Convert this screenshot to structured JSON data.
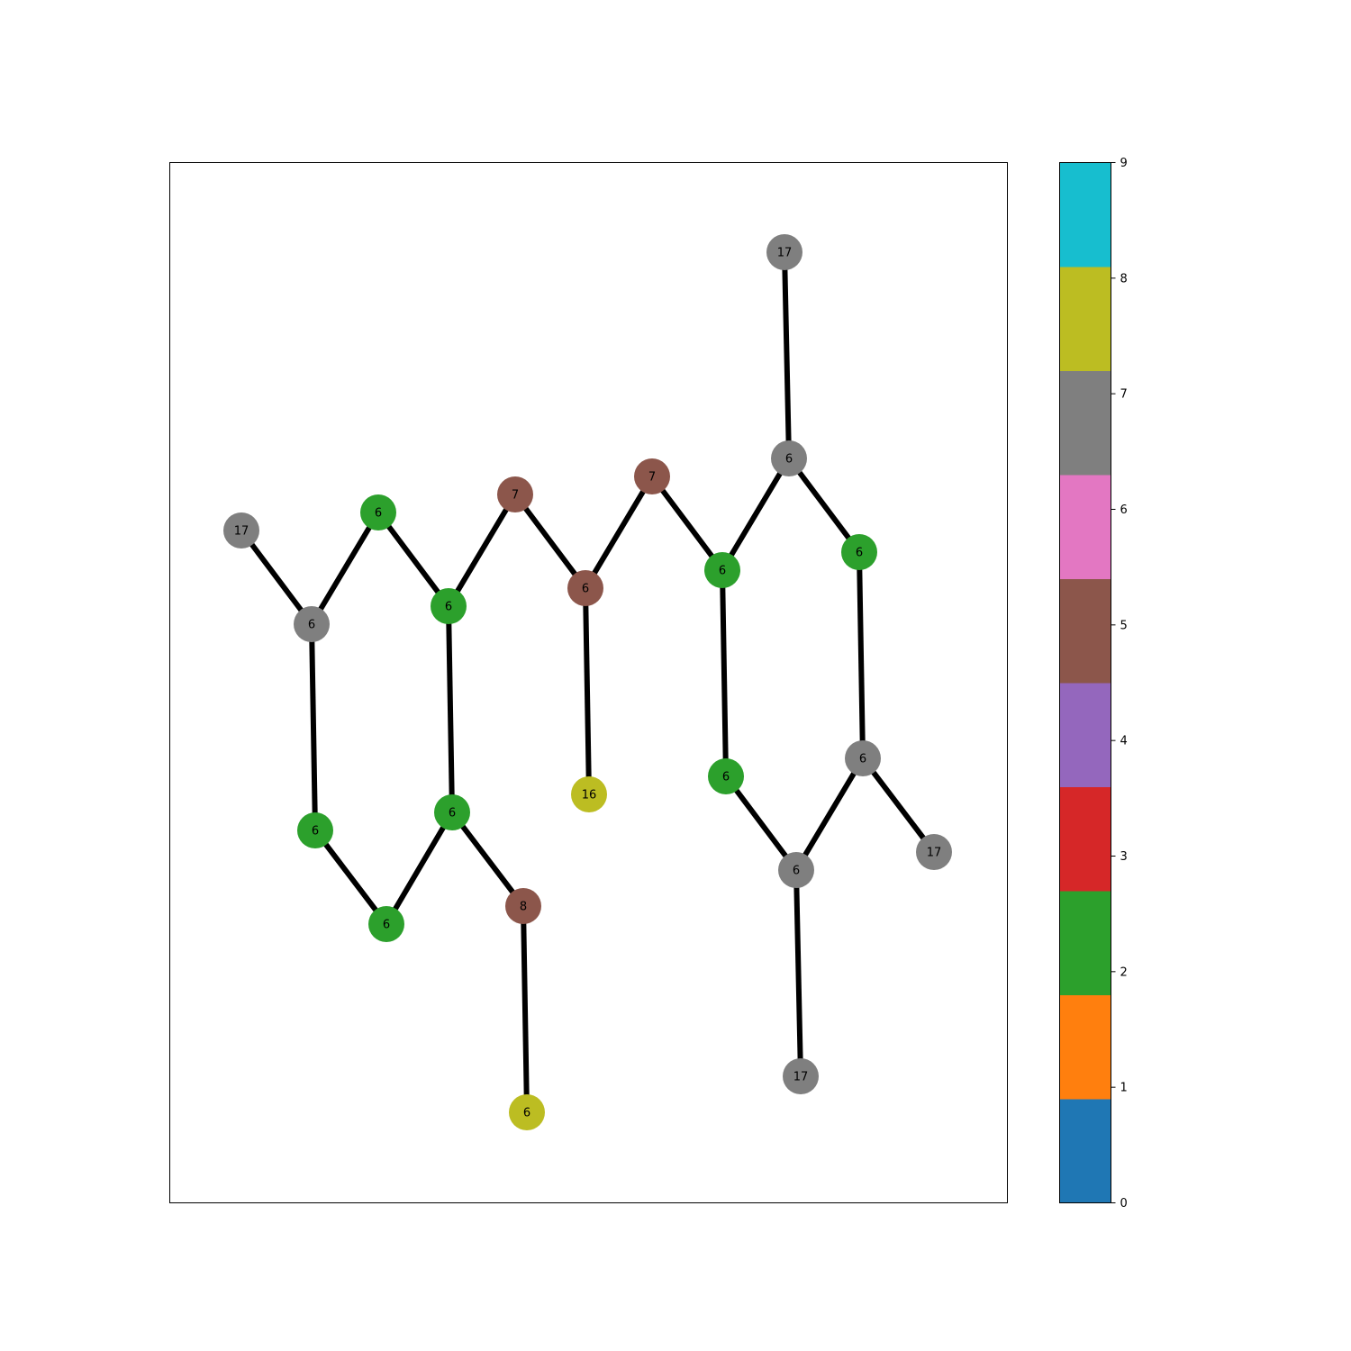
{
  "graph": {
    "nodes": [
      {
        "id": "n0",
        "label": "17",
        "color_value": 7.5
      },
      {
        "id": "n1",
        "label": "6",
        "color_value": 7.5
      },
      {
        "id": "n2",
        "label": "6",
        "color_value": 2.5
      },
      {
        "id": "n3",
        "label": "6",
        "color_value": 2.5
      },
      {
        "id": "n4",
        "label": "6",
        "color_value": 2.5
      },
      {
        "id": "n5",
        "label": "6",
        "color_value": 2.5
      },
      {
        "id": "n6",
        "label": "6",
        "color_value": 2.5
      },
      {
        "id": "n7",
        "label": "8",
        "color_value": 5.5
      },
      {
        "id": "n8",
        "label": "6",
        "color_value": 8.5
      },
      {
        "id": "n9",
        "label": "7",
        "color_value": 5.5
      },
      {
        "id": "n10",
        "label": "6",
        "color_value": 5.5
      },
      {
        "id": "n11",
        "label": "16",
        "color_value": 8.5
      },
      {
        "id": "n12",
        "label": "7",
        "color_value": 5.5
      },
      {
        "id": "n13",
        "label": "6",
        "color_value": 2.5
      },
      {
        "id": "n14",
        "label": "6",
        "color_value": 7.5
      },
      {
        "id": "n15",
        "label": "17",
        "color_value": 7.5
      },
      {
        "id": "n16",
        "label": "6",
        "color_value": 2.5
      },
      {
        "id": "n17",
        "label": "6",
        "color_value": 7.5
      },
      {
        "id": "n18",
        "label": "17",
        "color_value": 7.5
      },
      {
        "id": "n19",
        "label": "6",
        "color_value": 2.5
      },
      {
        "id": "n20",
        "label": "6",
        "color_value": 7.5
      },
      {
        "id": "n21",
        "label": "17",
        "color_value": 7.5
      }
    ],
    "edges": [
      [
        "n0",
        "n1"
      ],
      [
        "n1",
        "n2"
      ],
      [
        "n2",
        "n3"
      ],
      [
        "n3",
        "n4"
      ],
      [
        "n4",
        "n5"
      ],
      [
        "n5",
        "n1"
      ],
      [
        "n3",
        "n9"
      ],
      [
        "n4",
        "n7"
      ],
      [
        "n7",
        "n8"
      ],
      [
        "n9",
        "n10"
      ],
      [
        "n10",
        "n11"
      ],
      [
        "n10",
        "n12"
      ],
      [
        "n12",
        "n13"
      ],
      [
        "n13",
        "n14"
      ],
      [
        "n14",
        "n15"
      ],
      [
        "n14",
        "n16"
      ],
      [
        "n16",
        "n17"
      ],
      [
        "n17",
        "n18"
      ],
      [
        "n17",
        "n20"
      ],
      [
        "n20",
        "n19"
      ],
      [
        "n19",
        "n13"
      ],
      [
        "n20",
        "n21"
      ]
    ],
    "edge_color": "#000000"
  },
  "colorbar": {
    "colormap": "tab10",
    "colors": [
      "#1f77b4",
      "#ff7f0e",
      "#2ca02c",
      "#d62728",
      "#9467bd",
      "#8c564b",
      "#e377c2",
      "#7f7f7f",
      "#bcbd22",
      "#17becf"
    ],
    "range": [
      0,
      9
    ],
    "ticks": [
      "0",
      "1",
      "2",
      "3",
      "4",
      "5",
      "6",
      "7",
      "8",
      "9"
    ]
  }
}
